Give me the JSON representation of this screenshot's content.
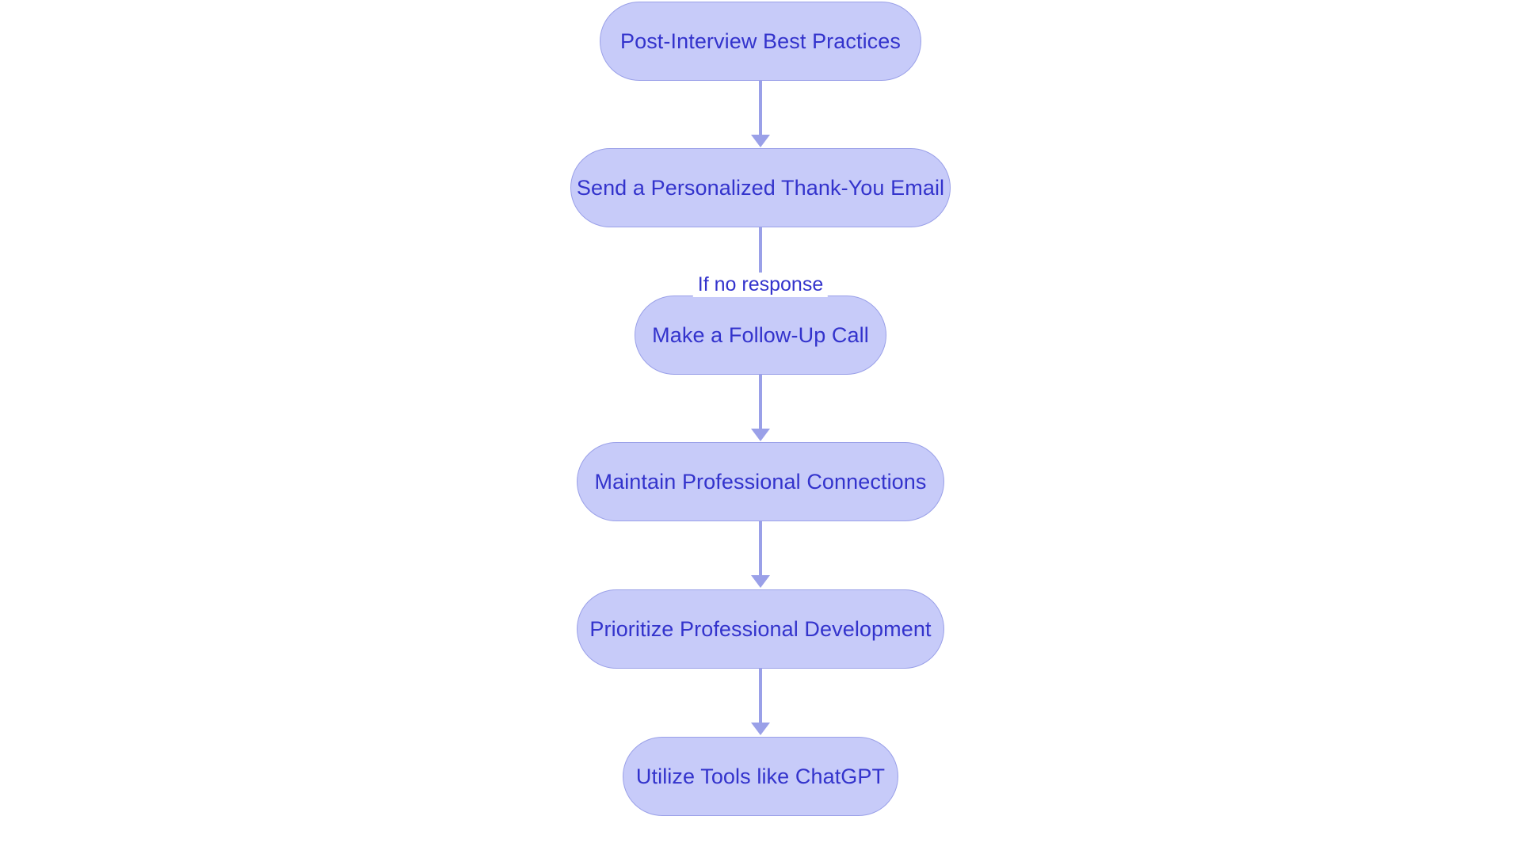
{
  "diagram": {
    "title": "Post-Interview Best Practices",
    "type": "flowchart",
    "direction": "top-to-bottom",
    "colors": {
      "node_fill": "#c7cbf9",
      "node_border": "#9aa0e8",
      "node_text": "#3333cc",
      "connector": "#9aa0e8",
      "edge_label_text": "#3333cc",
      "background": "#ffffff"
    },
    "nodes": [
      {
        "id": "n0",
        "label": "Post-Interview Best Practices",
        "shape": "stadium"
      },
      {
        "id": "n1",
        "label": "Send a Personalized Thank-You Email",
        "shape": "stadium"
      },
      {
        "id": "n2",
        "label": "Make a Follow-Up Call",
        "shape": "stadium"
      },
      {
        "id": "n3",
        "label": "Maintain Professional Connections",
        "shape": "stadium"
      },
      {
        "id": "n4",
        "label": "Prioritize Professional Development",
        "shape": "stadium"
      },
      {
        "id": "n5",
        "label": "Utilize Tools like ChatGPT",
        "shape": "stadium"
      }
    ],
    "edges": [
      {
        "from": "n0",
        "to": "n1",
        "label": ""
      },
      {
        "from": "n1",
        "to": "n2",
        "label": "If no response"
      },
      {
        "from": "n2",
        "to": "n3",
        "label": ""
      },
      {
        "from": "n3",
        "to": "n4",
        "label": ""
      },
      {
        "from": "n4",
        "to": "n5",
        "label": ""
      }
    ]
  }
}
